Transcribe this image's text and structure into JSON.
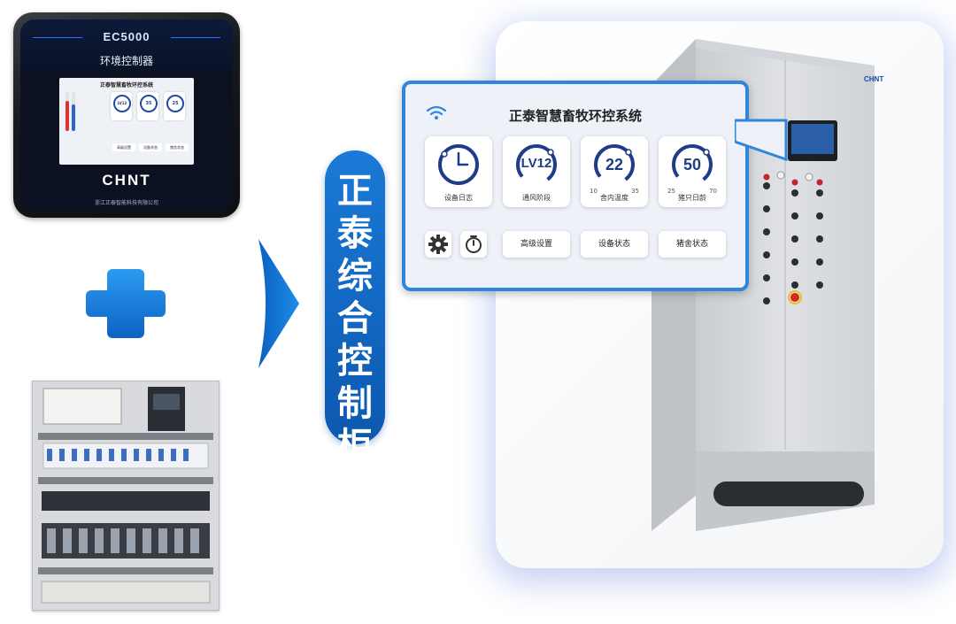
{
  "device": {
    "model": "EC5000",
    "subtitle": "环境控制器",
    "screen_title": "正泰智慧畜牧环控系统",
    "tiles": [
      {
        "value": "25",
        "label": "猪只日龄"
      },
      {
        "value": "35",
        "label": "舍内温度"
      },
      {
        "value": "LV12",
        "label": "通风阶段"
      }
    ],
    "buttons": [
      "猪舍状态",
      "设备状态",
      "高级设置"
    ],
    "brand": "CHNT",
    "company": "浙江正泰智能科技有限公司"
  },
  "label": {
    "chars": [
      "正",
      "泰",
      "综",
      "合",
      "控",
      "制",
      "柜"
    ]
  },
  "panel": {
    "title": "正泰智慧畜牧环控系统",
    "tiles": [
      {
        "value": "50",
        "ticks": [
          "25",
          "70"
        ],
        "label": "猪只日龄",
        "icon": "gauge-ring"
      },
      {
        "value": "22",
        "ticks": [
          "10",
          "35"
        ],
        "label": "舍内温度",
        "icon": "gauge-ring"
      },
      {
        "value": "LV12",
        "ticks": [],
        "label": "通风阶段",
        "icon": "gauge-ring"
      },
      {
        "value": "",
        "ticks": [],
        "label": "设备日志",
        "icon": "clock-icon"
      }
    ],
    "buttons": [
      "猪舍状态",
      "设备状态",
      "高级设置"
    ],
    "icons": [
      "wifi-icon",
      "gear-icon",
      "timer-icon"
    ]
  },
  "cabinet": {
    "brand": "CHNT"
  },
  "colors": {
    "accent": "#2f86dc",
    "label_blue": "#1068c4",
    "gauge": "#1f3c88"
  }
}
